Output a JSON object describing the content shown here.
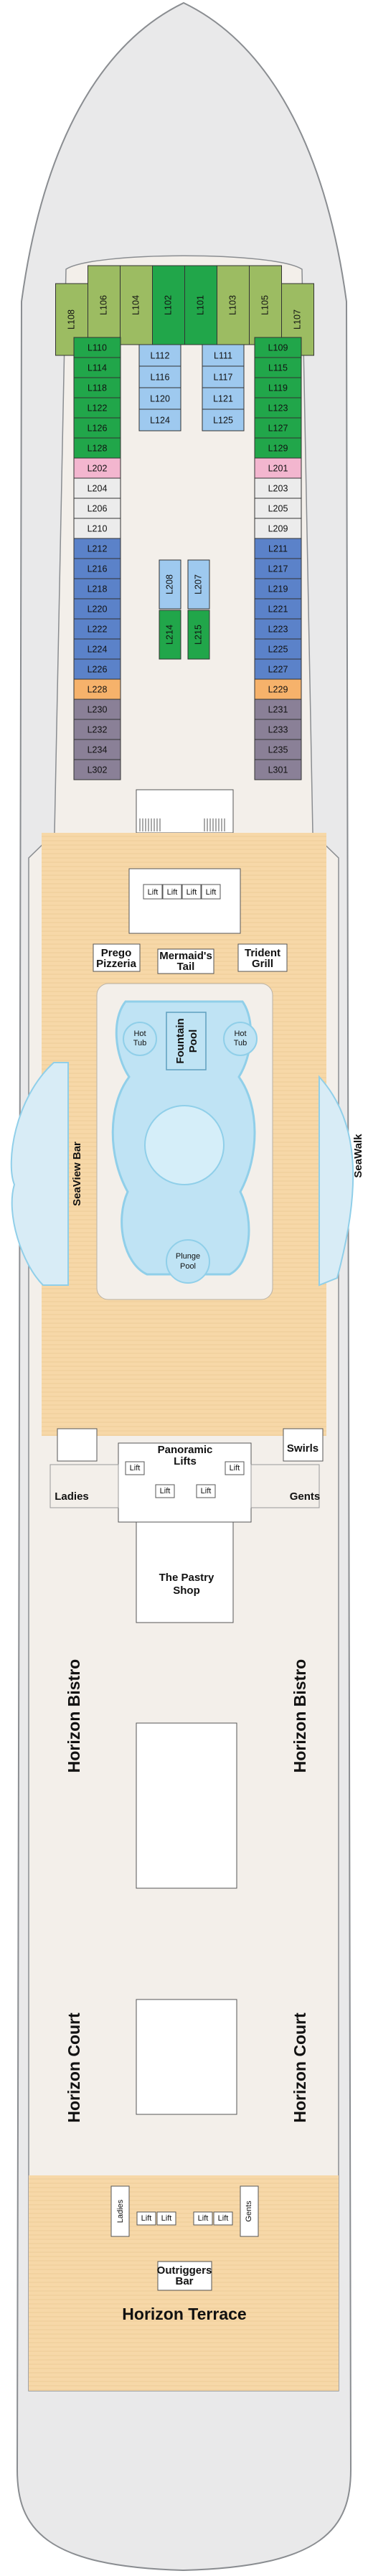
{
  "colors": {
    "hull": "#e9e9ea",
    "hull_outline": "#8a8d91",
    "interior": "#f3efea",
    "deck_wood": "#f7d8a8",
    "deck_wood_line": "#e6bf86",
    "green": "#21a64a",
    "olive": "#9cbc62",
    "lightblue": "#9ec9ef",
    "blue": "#5b82c9",
    "pink": "#f3b6cf",
    "grey": "#ececec",
    "orange": "#f6b26b",
    "purplegrey": "#8a8097",
    "pool": "#bfe3f4",
    "pool_edge": "#90cfe9"
  },
  "forward": {
    "olive_top": [
      {
        "id": "L108"
      },
      {
        "id": "L106"
      },
      {
        "id": "L104"
      },
      {
        "id": "L102"
      },
      {
        "id": "L101"
      },
      {
        "id": "L103"
      },
      {
        "id": "L105"
      },
      {
        "id": "L107"
      }
    ],
    "left_outer": [
      {
        "id": "L110",
        "c": "green"
      },
      {
        "id": "L114",
        "c": "green"
      },
      {
        "id": "L118",
        "c": "green"
      },
      {
        "id": "L122",
        "c": "green"
      },
      {
        "id": "L126",
        "c": "green"
      },
      {
        "id": "L128",
        "c": "green"
      },
      {
        "id": "L202",
        "c": "pink"
      },
      {
        "id": "L204",
        "c": "grey"
      },
      {
        "id": "L206",
        "c": "grey"
      },
      {
        "id": "L210",
        "c": "grey"
      },
      {
        "id": "L212",
        "c": "blue"
      },
      {
        "id": "L216",
        "c": "blue"
      },
      {
        "id": "L218",
        "c": "blue"
      },
      {
        "id": "L220",
        "c": "blue"
      },
      {
        "id": "L222",
        "c": "blue"
      },
      {
        "id": "L224",
        "c": "blue"
      },
      {
        "id": "L226",
        "c": "blue"
      },
      {
        "id": "L228",
        "c": "orange"
      },
      {
        "id": "L230",
        "c": "purplegrey"
      },
      {
        "id": "L232",
        "c": "purplegrey"
      },
      {
        "id": "L234",
        "c": "purplegrey"
      },
      {
        "id": "L302",
        "c": "purplegrey"
      }
    ],
    "right_outer": [
      {
        "id": "L109",
        "c": "green"
      },
      {
        "id": "L115",
        "c": "green"
      },
      {
        "id": "L119",
        "c": "green"
      },
      {
        "id": "L123",
        "c": "green"
      },
      {
        "id": "L127",
        "c": "green"
      },
      {
        "id": "L129",
        "c": "green"
      },
      {
        "id": "L201",
        "c": "pink"
      },
      {
        "id": "L203",
        "c": "grey"
      },
      {
        "id": "L205",
        "c": "grey"
      },
      {
        "id": "L209",
        "c": "grey"
      },
      {
        "id": "L211",
        "c": "blue"
      },
      {
        "id": "L217",
        "c": "blue"
      },
      {
        "id": "L219",
        "c": "blue"
      },
      {
        "id": "L221",
        "c": "blue"
      },
      {
        "id": "L223",
        "c": "blue"
      },
      {
        "id": "L225",
        "c": "blue"
      },
      {
        "id": "L227",
        "c": "blue"
      },
      {
        "id": "L229",
        "c": "orange"
      },
      {
        "id": "L231",
        "c": "purplegrey"
      },
      {
        "id": "L233",
        "c": "purplegrey"
      },
      {
        "id": "L235",
        "c": "purplegrey"
      },
      {
        "id": "L301",
        "c": "purplegrey"
      }
    ],
    "left_inner": [
      "L112",
      "L116",
      "L120",
      "L124"
    ],
    "right_inner": [
      "L111",
      "L117",
      "L121",
      "L125"
    ],
    "mid_left": [
      {
        "id": "L208",
        "c": "lightblue"
      },
      {
        "id": "L214",
        "c": "green"
      }
    ],
    "mid_right": [
      {
        "id": "L207",
        "c": "lightblue"
      },
      {
        "id": "L215",
        "c": "green"
      }
    ]
  },
  "labels": {
    "lift": "Lift",
    "prego": [
      "Prego",
      "Pizzeria"
    ],
    "mermaid": [
      "Mermaid's",
      "Tail"
    ],
    "trident": [
      "Trident",
      "Grill"
    ],
    "hot_tub": [
      "Hot",
      "Tub"
    ],
    "fountain_pool": [
      "Fountain",
      "Pool"
    ],
    "plunge_pool": [
      "Plunge",
      "Pool"
    ],
    "seaview_bar": "SeaView Bar",
    "seawalk": "SeaWalk",
    "swirls": "Swirls",
    "panoramic_lifts": [
      "Panoramic",
      "Lifts"
    ],
    "ladies": "Ladies",
    "gents": "Gents",
    "pastry_shop": [
      "The Pastry",
      "Shop"
    ],
    "horizon_bistro": "Horizon Bistro",
    "horizon_court": "Horizon Court",
    "outriggers": [
      "Outriggers",
      "Bar"
    ],
    "horizon_terrace": "Horizon Terrace"
  }
}
